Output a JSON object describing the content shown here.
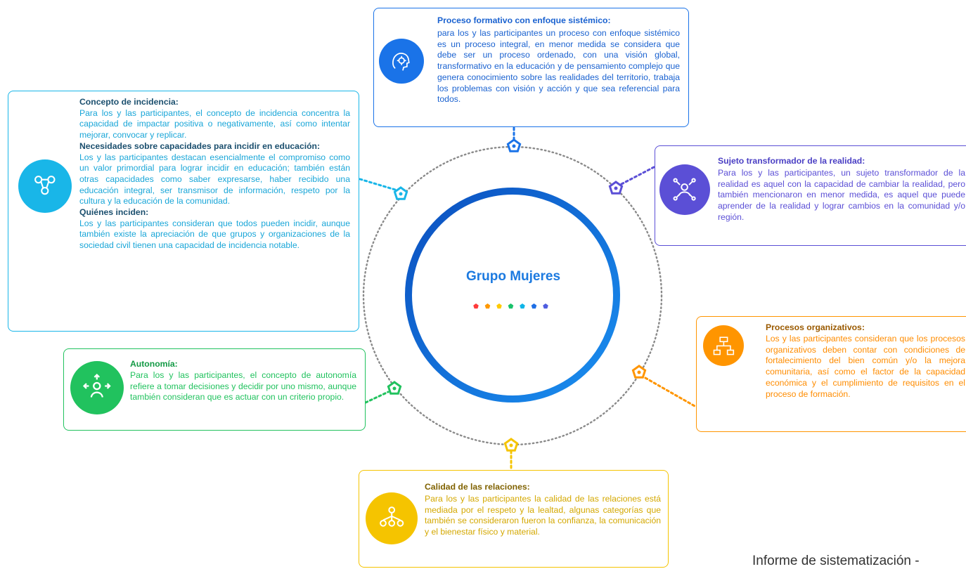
{
  "center": {
    "title": "Grupo Mujeres",
    "dot_colors": [
      "#ff3b3b",
      "#ff9800",
      "#ffca00",
      "#19c26b",
      "#0fb5e8",
      "#1f6fe5",
      "#4f5de0"
    ]
  },
  "proceso_formativo": {
    "title": "Proceso formativo con enfoque sistémico:",
    "text": "para los y las participantes un proceso con enfoque sistémico es un proceso integral, en menor medida se considera que debe ser un proceso ordenado, con una visión global, transformativo en la educación y de pensamiento complejo que genera conocimiento sobre las realidades del territorio, trabaja los problemas con visión y acción y que sea referencial para todos.",
    "color": "#1a73e8",
    "icon": "brain-gear-icon"
  },
  "concepto_incidencia": {
    "title": "Concepto de incidencia:",
    "text": "Para los y las participantes, el concepto de incidencia concentra la capacidad de impactar positiva o negativamente, así como intentar mejorar, convocar y replicar.",
    "necesidades_title": "Necesidades sobre capacidades para incidir en educación:",
    "necesidades_text": "Los y las participantes destacan esencialmente el compromiso como un valor primordial para lograr incidir en educación; también están otras capacidades como saber expresarse, haber recibido una educación integral, ser transmisor de información, respeto por la cultura y la educación de la comunidad.",
    "quienes_title": "Quiénes inciden:",
    "quienes_text": "Los y las participantes consideran que todos pueden incidir, aunque también existe la apreciación de que grupos y organizaciones de la sociedad civil tienen una capacidad de incidencia notable.",
    "color": "#19b6e8",
    "icon": "network-people-icon"
  },
  "sujeto": {
    "title": "Sujeto transformador de la realidad:",
    "text": "Para los y las participantes, un sujeto transformador de la realidad es aquel con la capacidad de cambiar la realidad, pero también mencionaron en menor medida, es aquel que puede aprender de la realidad y lograr cambios en la comunidad y/o región.",
    "color": "#5b4fd6",
    "icon": "person-network-icon"
  },
  "procesos_organizativos": {
    "title": "Procesos organizativos:",
    "text": "Los y las participantes consideran que los procesos organizativos deben contar con condiciones de fortalecimiento del bien común y/o la mejora comunitaria, así como el factor de la capacidad económica y el cumplimiento de requisitos en el proceso de formación.",
    "color": "#ff9500",
    "icon": "org-chart-icon"
  },
  "autonomia": {
    "title": "Autonomía:",
    "text": "Para los y las participantes, el concepto de autonomía refiere a tomar decisiones y decidir por uno mismo, aunque también consideran que es actuar con un criterio propio.",
    "color": "#21c25e",
    "icon": "person-arrows-icon"
  },
  "calidad": {
    "title": "Calidad de las relaciones:",
    "text": "Para los y las participantes la calidad de las relaciones está mediada por el respeto y la lealtad, algunas categorías que también se consideraron fueron la confianza, la comunicación y el bienestar físico y material.",
    "color": "#f5c400",
    "icon": "people-connections-icon"
  },
  "footer": {
    "text": "Informe de sistematización -"
  }
}
